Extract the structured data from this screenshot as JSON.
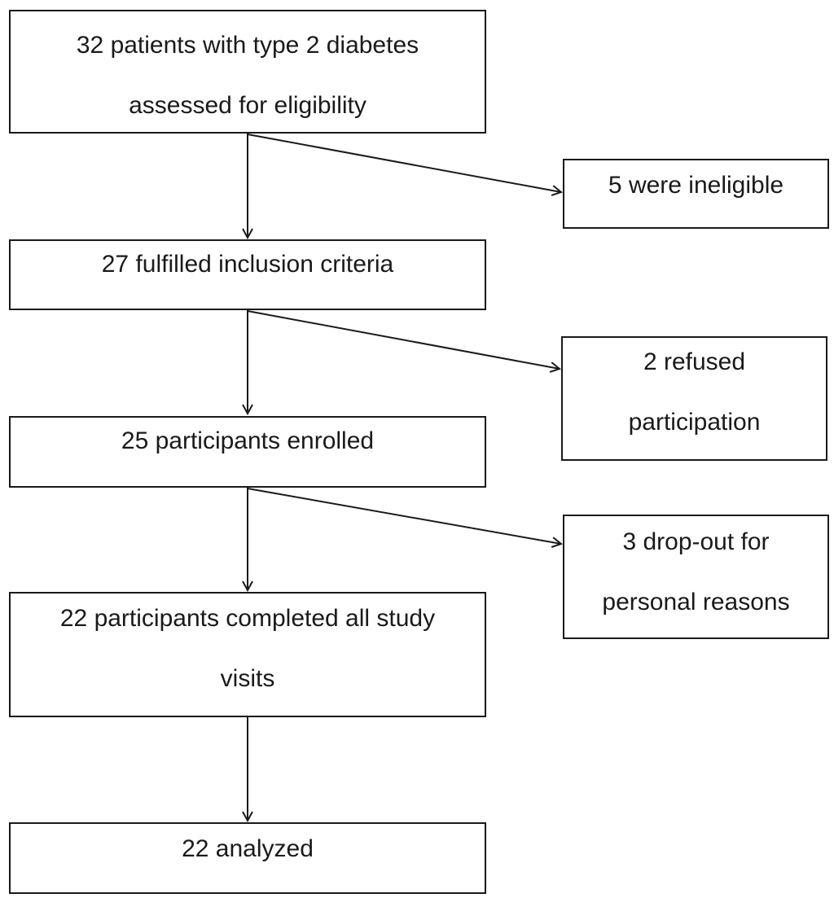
{
  "flowchart": {
    "main_steps": [
      {
        "lines": [
          "32 patients with type 2 diabetes",
          "assessed for eligibility"
        ]
      },
      {
        "lines": [
          "27 fulfilled inclusion criteria"
        ]
      },
      {
        "lines": [
          "25 participants enrolled"
        ]
      },
      {
        "lines": [
          "22 participants completed all study",
          "visits"
        ]
      },
      {
        "lines": [
          "22 analyzed"
        ]
      }
    ],
    "exclusions": [
      {
        "lines": [
          "5 were ineligible"
        ]
      },
      {
        "lines": [
          "2 refused",
          "participation"
        ]
      },
      {
        "lines": [
          "3 drop-out for",
          "personal reasons"
        ]
      }
    ]
  },
  "colors": {
    "stroke": "#1a1a1a",
    "background": "#ffffff"
  }
}
